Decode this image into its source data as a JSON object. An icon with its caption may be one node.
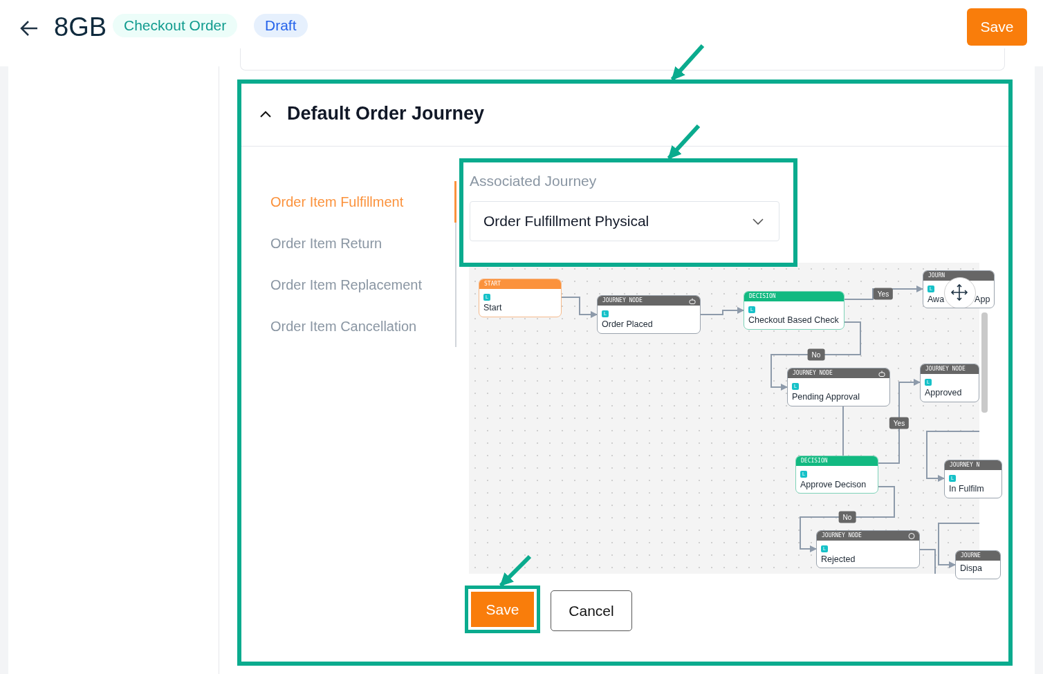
{
  "diagram": {
    "nodes": [
      {
        "text": [
          "Default Order Journey"
        ]
      },
      {
        "text": [
          "Associated Journey",
          "Order Fulfillment Physical"
        ],
        "in": 0
      },
      {
        "text": [
          "START",
          "L",
          "Start"
        ],
        "in": 0
      },
      {
        "text": [
          "JOURNEY NODE",
          "L",
          "Order Placed"
        ],
        "in": 0
      },
      {
        "text": [
          "DECISION",
          "L",
          "Checkout Based Check"
        ],
        "in": 0
      },
      {
        "text": [
          "JOURN",
          "L",
          "Awa",
          "App"
        ],
        "in": 0
      },
      {
        "text": [
          "JOURNEY NODE",
          "L",
          "Pending Approval"
        ],
        "in": 0
      },
      {
        "text": [
          "JOURNEY NODE",
          "L",
          "Approved"
        ],
        "in": 0
      },
      {
        "text": [
          "DECISION",
          "L",
          "Approve Decison"
        ],
        "in": 0
      },
      {
        "text": [
          "JOURNEY N",
          "L",
          "In Fulfilm"
        ],
        "in": 0
      },
      {
        "text": [
          "JOURNEY NODE",
          "L",
          "Rejected"
        ],
        "in": 0
      },
      {
        "text": [
          "JOURNE",
          "Dispa"
        ],
        "in": 0
      },
      {
        "text": [
          "Save"
        ],
        "in": 0
      }
    ],
    "edges": [
      {
        "from": 2,
        "to": 3,
        "arrow": "to"
      },
      {
        "from": 3,
        "to": 4,
        "arrow": "to"
      },
      {
        "from": 4,
        "to": 5,
        "arrow": "to",
        "label": "Yes"
      },
      {
        "from": 4,
        "to": 6,
        "arrow": "to",
        "label": "No"
      },
      {
        "from": 6,
        "to": 8,
        "arrow": "none"
      },
      {
        "from": 8,
        "to": 7,
        "arrow": "to",
        "label": "Yes"
      },
      {
        "from": 8,
        "to": 10,
        "arrow": "to",
        "label": "No"
      },
      {
        "from": null,
        "to": 9,
        "arrow": "to"
      },
      {
        "from": 10,
        "to": null,
        "arrow": "none"
      },
      {
        "from": null,
        "to": 11,
        "arrow": "to"
      },
      {
        "from": null,
        "to": 0,
        "arrow": "to",
        "style": "thick",
        "color": "#0aab8e"
      },
      {
        "from": null,
        "to": 1,
        "arrow": "to",
        "style": "thick",
        "color": "#0aab8e"
      },
      {
        "from": null,
        "to": 12,
        "arrow": "to",
        "style": "thick",
        "color": "#0aab8e"
      }
    ],
    "labels": [
      "8GB",
      "Checkout Order",
      "Draft",
      "Save",
      "Order Item Fulfillment",
      "Order Item Return",
      "Order Item Replacement",
      "Order Item Cancellation",
      "Cancel"
    ]
  }
}
